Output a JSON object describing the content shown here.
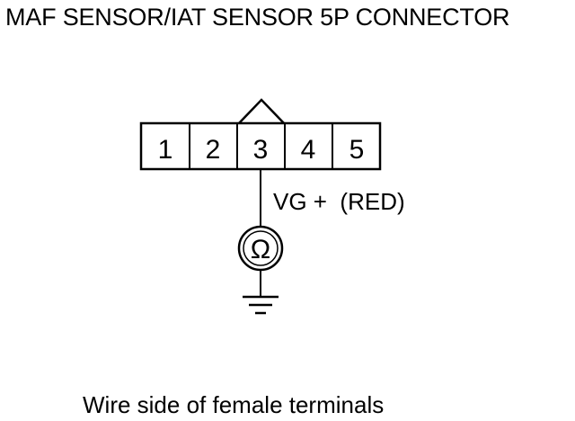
{
  "title": "MAF SENSOR/IAT SENSOR 5P CONNECTOR",
  "connector": {
    "pins": [
      "1",
      "2",
      "3",
      "4",
      "5"
    ]
  },
  "probe": {
    "label": "VG +  (RED)",
    "meter_symbol": "Ω"
  },
  "footer": "Wire side of female terminals",
  "colors": {
    "line": "#000000",
    "background": "#ffffff"
  },
  "icons": [
    "ohmmeter-icon",
    "ground-icon",
    "connector-latch-icon"
  ]
}
